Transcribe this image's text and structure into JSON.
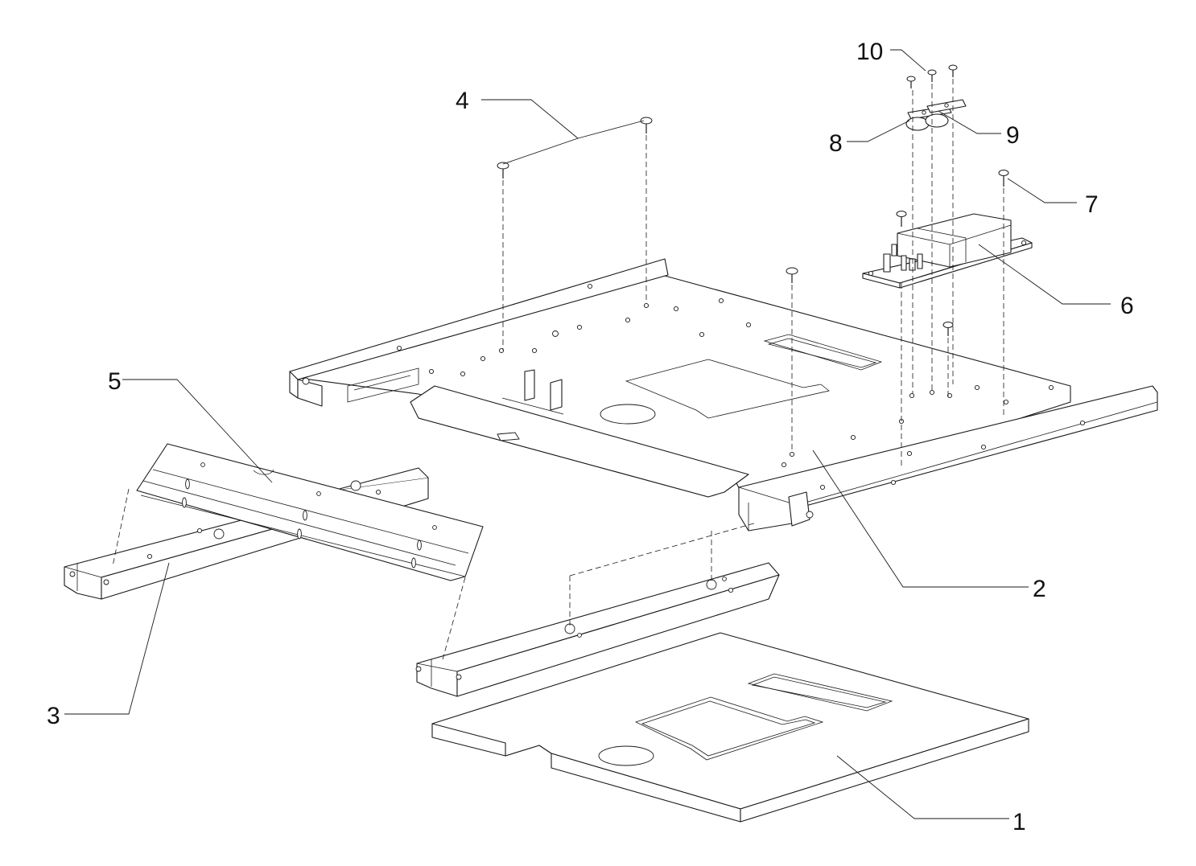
{
  "diagram": {
    "type": "exploded-parts-view",
    "callouts": [
      {
        "id": "1",
        "label": "1"
      },
      {
        "id": "2",
        "label": "2"
      },
      {
        "id": "3",
        "label": "3"
      },
      {
        "id": "4",
        "label": "4"
      },
      {
        "id": "5",
        "label": "5"
      },
      {
        "id": "6",
        "label": "6"
      },
      {
        "id": "7",
        "label": "7"
      },
      {
        "id": "8",
        "label": "8"
      },
      {
        "id": "9",
        "label": "9"
      },
      {
        "id": "10",
        "label": "10"
      }
    ]
  }
}
